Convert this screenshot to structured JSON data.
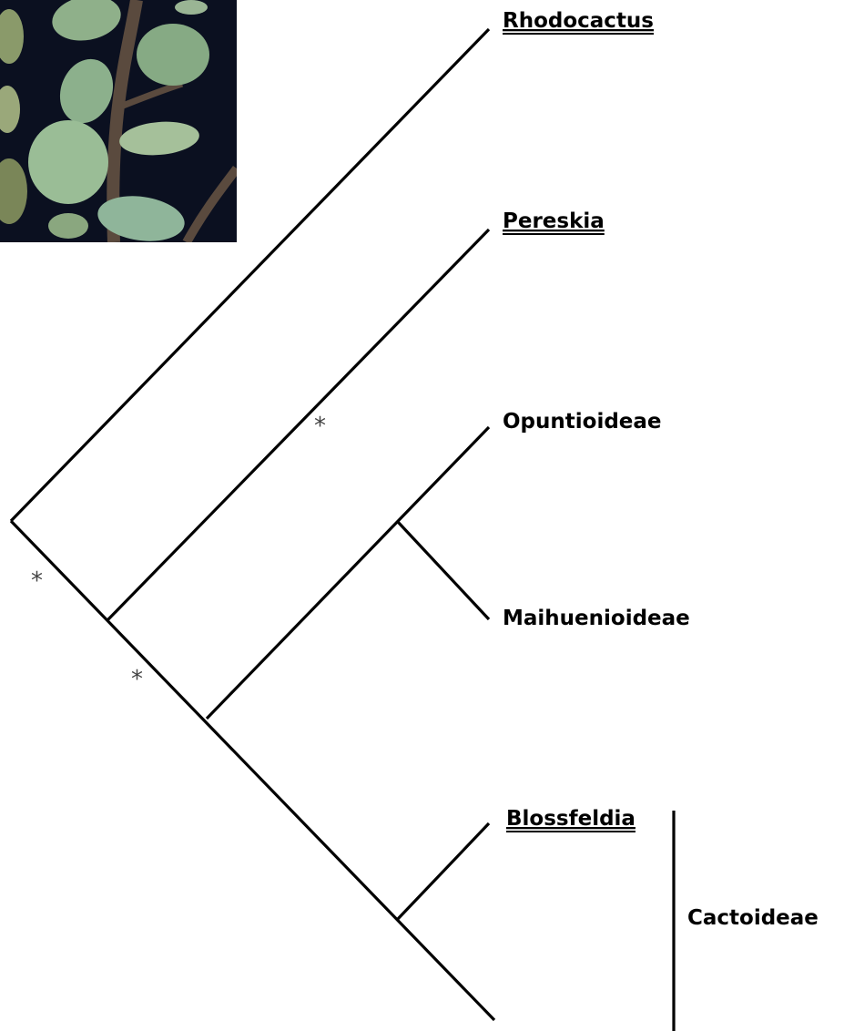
{
  "photo": {
    "icon": "cactus-leaf-photo",
    "background_color": "#0a0f1e",
    "leaf_color": "#8fb08a",
    "stem_color": "#5a4a3e"
  },
  "tree": {
    "taxa": [
      {
        "id": "rhodocactus",
        "label": "Rhodocactus",
        "linked": true
      },
      {
        "id": "pereskia",
        "label": "Pereskia",
        "linked": true
      },
      {
        "id": "opuntioideae",
        "label": "Opuntioideae",
        "linked": false
      },
      {
        "id": "maihuenioideae",
        "label": "Maihuenioideae",
        "linked": false
      },
      {
        "id": "blossfeldia",
        "label": "Blossfeldia",
        "linked": true
      },
      {
        "id": "unlabeled-tip",
        "label": "",
        "linked": false
      }
    ],
    "clade_bracket": {
      "label": "Cactoideae",
      "members": [
        "blossfeldia",
        "unlabeled-tip"
      ]
    },
    "support_marks": [
      "*",
      "*",
      "*"
    ],
    "line_color": "#000000"
  }
}
